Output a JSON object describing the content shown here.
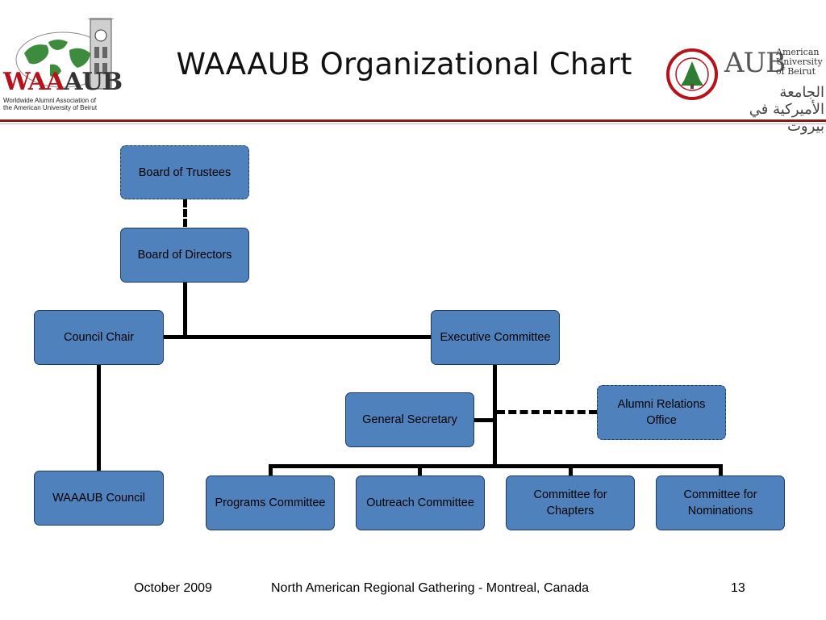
{
  "slide": {
    "title": "WAAAUB Organizational Chart",
    "colors": {
      "box_fill": "#4f81bd",
      "box_border": "#1f3b5c",
      "rule": "#8b1a1a",
      "brand_red": "#b5121b"
    }
  },
  "logos": {
    "waaaub": {
      "wordmark_red": "WAA",
      "wordmark_dark": "AUB",
      "subtitle_line1": "Worldwide Alumni Association of",
      "subtitle_line2": "the American University of Beirut"
    },
    "aub": {
      "wordmark": "AUB",
      "name_line1": "American",
      "name_line2": "University",
      "name_line3": "of Beirut",
      "arabic_name": "الجامعة الأميركية في بيروت"
    }
  },
  "org": {
    "board_of_trustees": "Board of Trustees",
    "board_of_directors": "Board of Directors",
    "council_chair": "Council Chair",
    "executive_committee": "Executive Committee",
    "general_secretary": "General Secretary",
    "alumni_relations_office": "Alumni Relations Office",
    "waaaub_council": "WAAAUB Council",
    "programs_committee": "Programs Committee",
    "outreach_committee": "Outreach Committee",
    "committee_for_chapters": "Committee for Chapters",
    "committee_for_nominations": "Committee for Nominations"
  },
  "footer": {
    "date": "October 2009",
    "event": "North American Regional Gathering - Montreal, Canada",
    "page_number": "13"
  }
}
